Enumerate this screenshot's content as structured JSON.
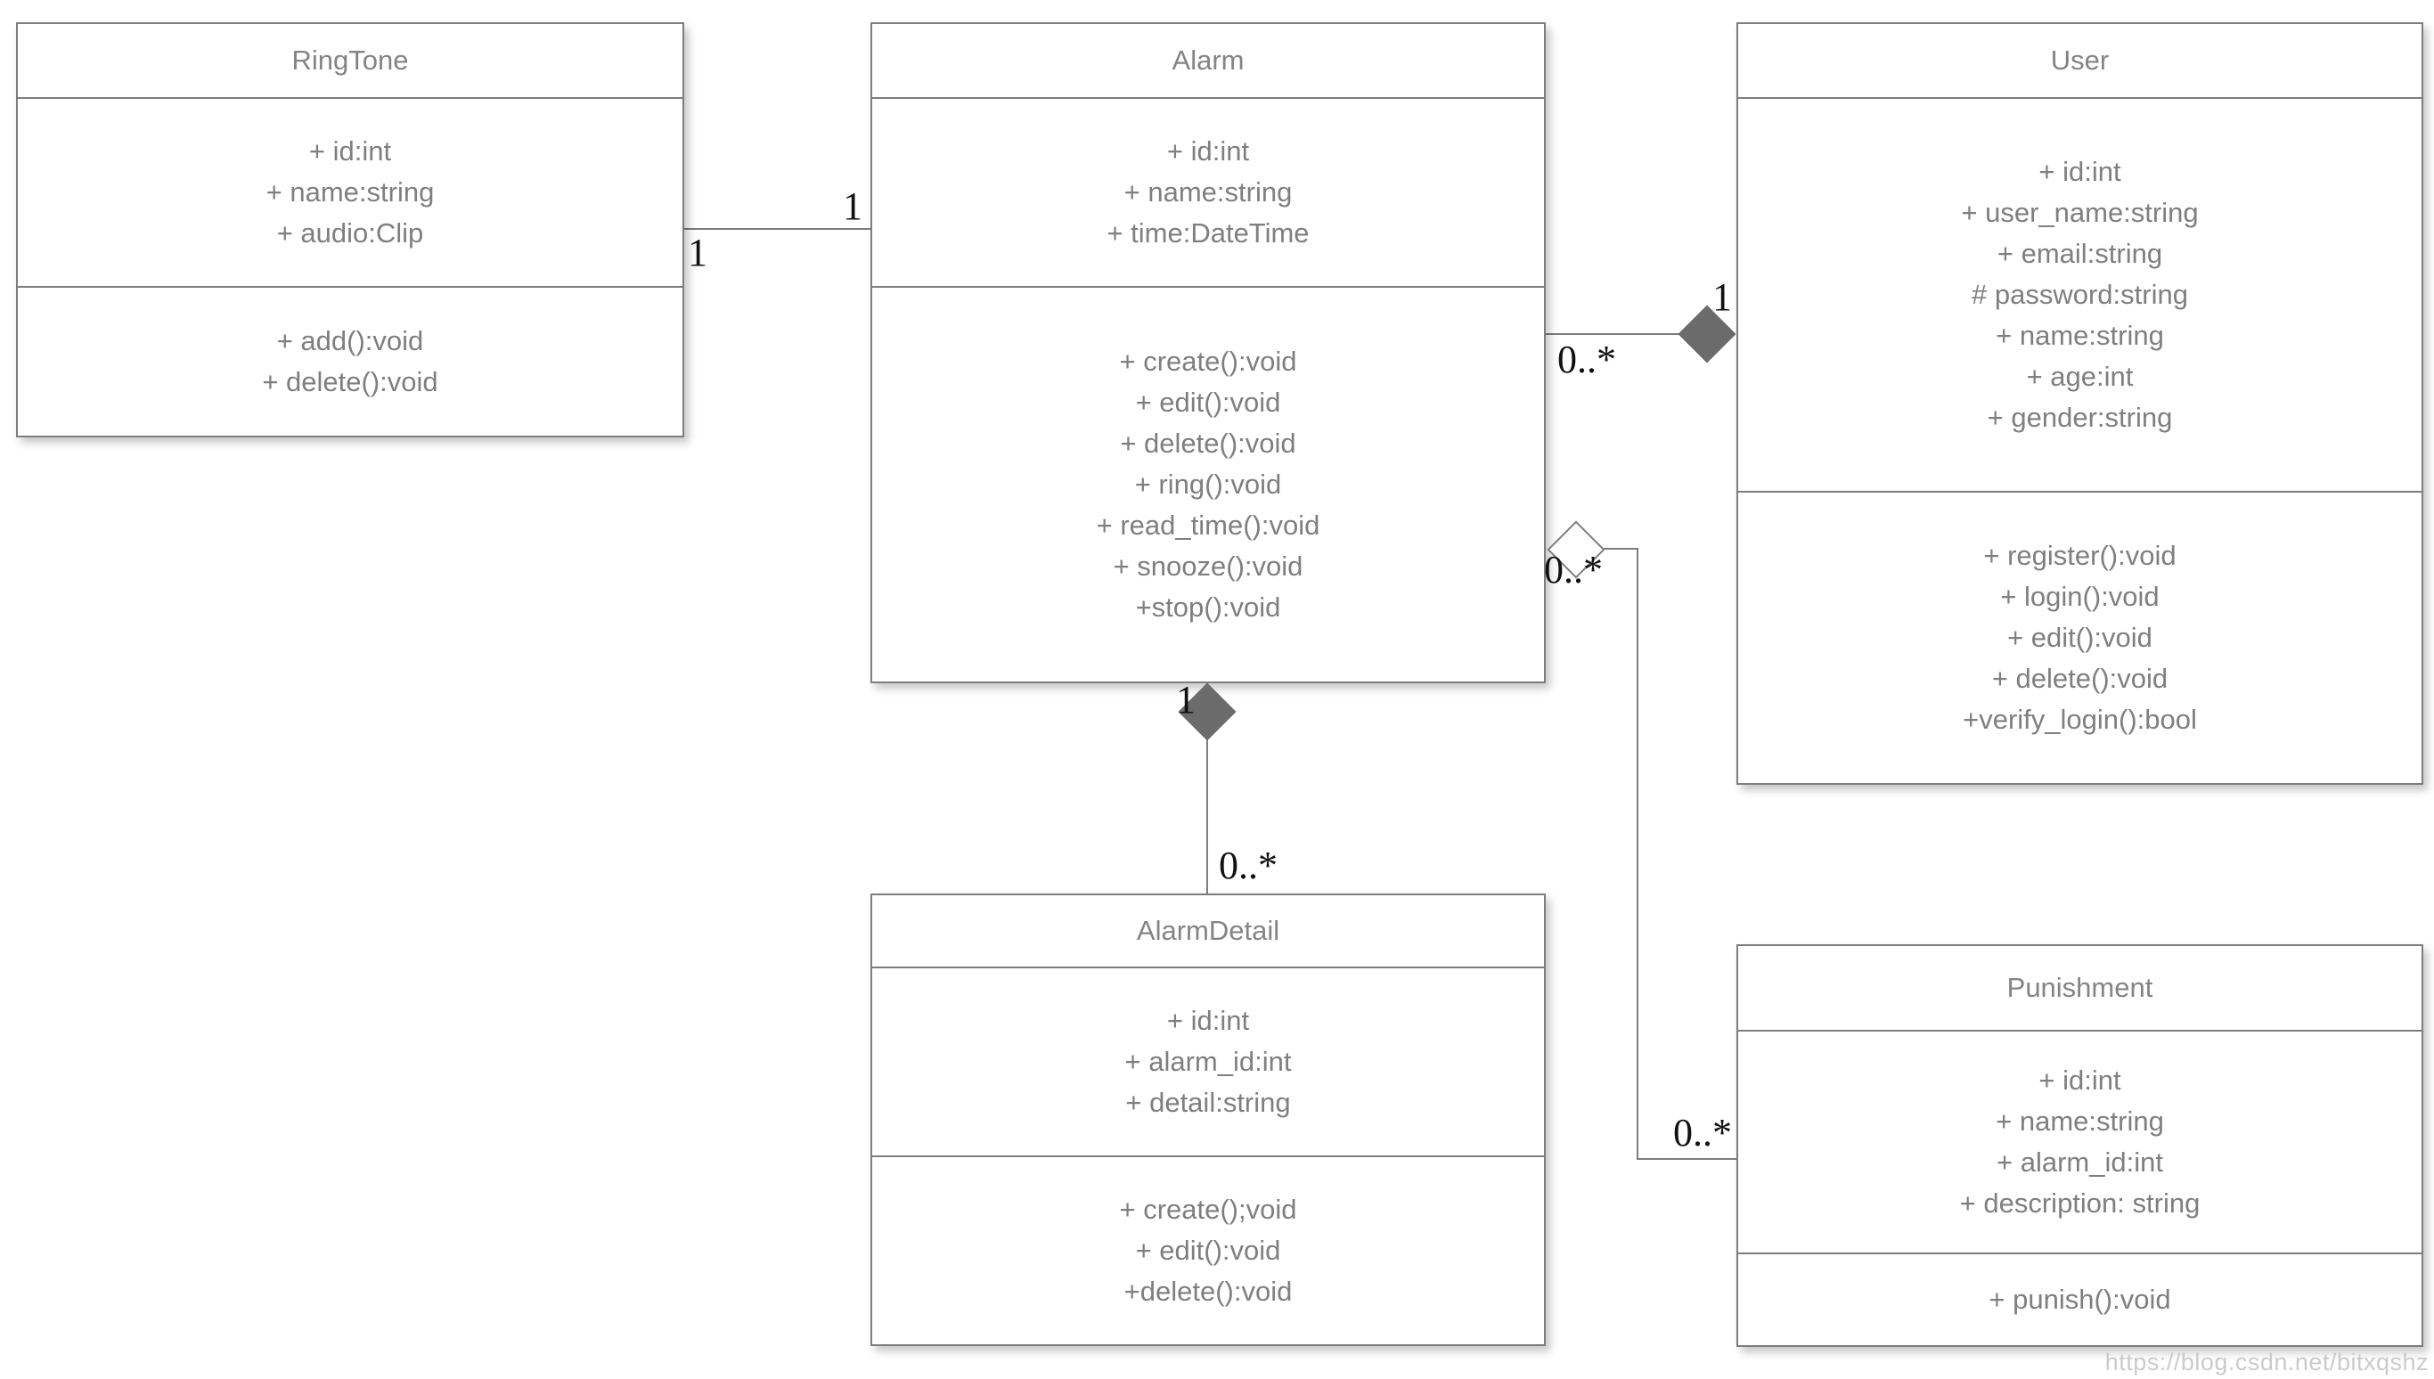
{
  "diagram": {
    "type": "uml-class-diagram",
    "colors": {
      "background": "#ffffff",
      "box_border": "#7d7d7d",
      "member_text": "#7f7f7f",
      "title_text": "#848484",
      "multiplicity_text": "#111111",
      "filled_diamond": "#6b6b6b",
      "watermark_text": "#cbcbcb"
    },
    "classes": [
      {
        "name": "RingTone",
        "attributes": [
          "+ id:int",
          "+ name:string",
          "+ audio:Clip"
        ],
        "methods": [
          "+ add():void",
          "+ delete():void"
        ]
      },
      {
        "name": "Alarm",
        "attributes": [
          "+ id:int",
          "+ name:string",
          "+ time:DateTime"
        ],
        "methods": [
          "+ create():void",
          "+ edit():void",
          "+ delete():void",
          "+ ring():void",
          "+ read_time():void",
          "+ snooze():void",
          "+stop():void"
        ]
      },
      {
        "name": "User",
        "attributes": [
          "+ id:int",
          "+ user_name:string",
          "+ email:string",
          "# password:string",
          "+ name:string",
          "+ age:int",
          "+ gender:string"
        ],
        "methods": [
          "+ register():void",
          "+ login():void",
          "+ edit():void",
          "+ delete():void",
          "+verify_login():bool"
        ]
      },
      {
        "name": "AlarmDetail",
        "attributes": [
          "+ id:int",
          "+ alarm_id:int",
          "+ detail:string"
        ],
        "methods": [
          "+ create();void",
          "+ edit():void",
          "+delete():void"
        ]
      },
      {
        "name": "Punishment",
        "attributes": [
          "+ id:int",
          "+ name:string",
          "+ alarm_id:int",
          "+ description: string"
        ],
        "methods": [
          "+ punish():void"
        ]
      }
    ],
    "relationships": [
      {
        "type": "association",
        "from": "RingTone",
        "to": "Alarm",
        "from_mult": "1",
        "to_mult": "1"
      },
      {
        "type": "composition",
        "whole": "User",
        "part": "Alarm",
        "whole_mult": "1",
        "part_mult": "0..*"
      },
      {
        "type": "composition",
        "whole": "Alarm",
        "part": "AlarmDetail",
        "whole_mult": "1",
        "part_mult": "0..*"
      },
      {
        "type": "aggregation",
        "whole": "Alarm",
        "part": "Punishment",
        "whole_mult": "0..*",
        "part_mult": "0..*"
      }
    ],
    "watermark": "https://blog.csdn.net/bitxqshz"
  }
}
